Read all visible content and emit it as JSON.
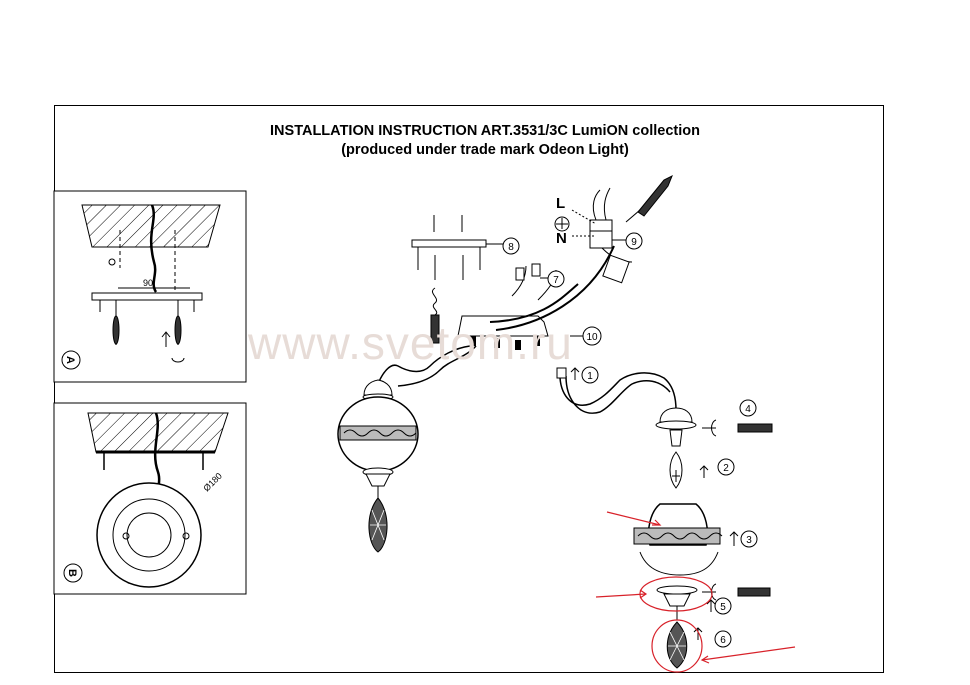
{
  "title": {
    "line1": "INSTALLATION  INSTRUCTION  ART.3531/3C  LumiON collection",
    "line2": "(produced under trade mark Odeon Light)"
  },
  "watermark": "www.svetom.ru",
  "panel_a": {
    "label": "A",
    "dimension": "90"
  },
  "panel_b": {
    "label": "B",
    "dimension": "Ø180"
  },
  "wiring": {
    "live": "L",
    "neutral": "N"
  },
  "steps": [
    "1",
    "2",
    "3",
    "4",
    "5",
    "6",
    "7",
    "8",
    "9",
    "10"
  ],
  "colors": {
    "line": "#000000",
    "highlight": "#d8222a",
    "watermark": "#e7dcd7"
  }
}
